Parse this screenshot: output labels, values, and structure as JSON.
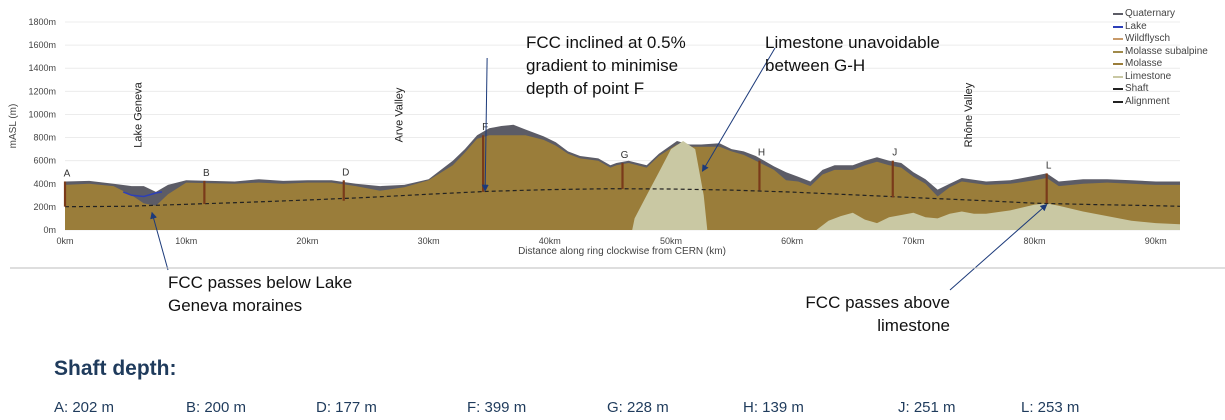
{
  "chart_data": {
    "type": "area",
    "ylabel": "mASL (m)",
    "xlabel": "Distance along ring clockwise from CERN (km)",
    "ylim": [
      0,
      1800
    ],
    "xlim": [
      0,
      92
    ],
    "yticks": [
      {
        "v": 0,
        "label": "0m"
      },
      {
        "v": 200,
        "label": "200m"
      },
      {
        "v": 400,
        "label": "400m"
      },
      {
        "v": 600,
        "label": "600m"
      },
      {
        "v": 800,
        "label": "800m"
      },
      {
        "v": 1000,
        "label": "1000m"
      },
      {
        "v": 1200,
        "label": "1200m"
      },
      {
        "v": 1400,
        "label": "1400m"
      },
      {
        "v": 1600,
        "label": "1600m"
      },
      {
        "v": 1800,
        "label": "1800m"
      }
    ],
    "xticks": [
      {
        "v": 0,
        "label": "0km"
      },
      {
        "v": 10,
        "label": "10km"
      },
      {
        "v": 20,
        "label": "20km"
      },
      {
        "v": 30,
        "label": "30km"
      },
      {
        "v": 40,
        "label": "40km"
      },
      {
        "v": 50,
        "label": "50km"
      },
      {
        "v": 60,
        "label": "60km"
      },
      {
        "v": 70,
        "label": "70km"
      },
      {
        "v": 80,
        "label": "80km"
      },
      {
        "v": 90,
        "label": "90km"
      }
    ],
    "legend": [
      {
        "label": "Quaternary",
        "color": "#5c5c66"
      },
      {
        "label": "Lake",
        "color": "#2c3fb8"
      },
      {
        "label": "Wildflysch",
        "color": "#c89a6a"
      },
      {
        "label": "Molasse subalpine",
        "color": "#a08a4a"
      },
      {
        "label": "Molasse",
        "color": "#9a7d3a"
      },
      {
        "label": "Limestone",
        "color": "#c9c8a3"
      },
      {
        "label": "Shaft",
        "color": "#222222"
      },
      {
        "label": "Alignment",
        "color": "#222222"
      }
    ],
    "legend_position": "top-right",
    "surface": [
      [
        0,
        420
      ],
      [
        2,
        425
      ],
      [
        4,
        400
      ],
      [
        5.5,
        380
      ],
      [
        6.5,
        380
      ],
      [
        7.5,
        330
      ],
      [
        8.5,
        390
      ],
      [
        10,
        430
      ],
      [
        12,
        425
      ],
      [
        14,
        420
      ],
      [
        16,
        440
      ],
      [
        18,
        425
      ],
      [
        20,
        430
      ],
      [
        22,
        430
      ],
      [
        24,
        400
      ],
      [
        26,
        380
      ],
      [
        28,
        390
      ],
      [
        30,
        440
      ],
      [
        32,
        600
      ],
      [
        33,
        700
      ],
      [
        34,
        820
      ],
      [
        35,
        880
      ],
      [
        36,
        900
      ],
      [
        37,
        910
      ],
      [
        38,
        870
      ],
      [
        39.5,
        810
      ],
      [
        40.5,
        760
      ],
      [
        41.5,
        680
      ],
      [
        42.5,
        640
      ],
      [
        44,
        620
      ],
      [
        45,
        560
      ],
      [
        45.5,
        580
      ],
      [
        46.5,
        600
      ],
      [
        48,
        560
      ],
      [
        49,
        660
      ],
      [
        50.5,
        770
      ],
      [
        51.5,
        740
      ],
      [
        52.5,
        740
      ],
      [
        54,
        750
      ],
      [
        55,
        700
      ],
      [
        56,
        680
      ],
      [
        57,
        640
      ],
      [
        58.5,
        550
      ],
      [
        59.5,
        500
      ],
      [
        60.5,
        460
      ],
      [
        61.5,
        420
      ],
      [
        62.5,
        520
      ],
      [
        63.5,
        560
      ],
      [
        65,
        560
      ],
      [
        66,
        600
      ],
      [
        67,
        630
      ],
      [
        68,
        600
      ],
      [
        69,
        580
      ],
      [
        70,
        500
      ],
      [
        71,
        440
      ],
      [
        72,
        350
      ],
      [
        73,
        400
      ],
      [
        74,
        450
      ],
      [
        76,
        420
      ],
      [
        78,
        430
      ],
      [
        80,
        470
      ],
      [
        81,
        490
      ],
      [
        82,
        420
      ],
      [
        84,
        440
      ],
      [
        86,
        440
      ],
      [
        88,
        430
      ],
      [
        90,
        420
      ],
      [
        92,
        420
      ]
    ],
    "molasse_top": [
      [
        0,
        390
      ],
      [
        2,
        400
      ],
      [
        4,
        380
      ],
      [
        5.5,
        300
      ],
      [
        6.5,
        230
      ],
      [
        7.5,
        210
      ],
      [
        8.5,
        310
      ],
      [
        10,
        410
      ],
      [
        12,
        405
      ],
      [
        14,
        400
      ],
      [
        16,
        410
      ],
      [
        18,
        400
      ],
      [
        20,
        410
      ],
      [
        22,
        410
      ],
      [
        24,
        380
      ],
      [
        26,
        340
      ],
      [
        28,
        370
      ],
      [
        30,
        430
      ],
      [
        32,
        560
      ],
      [
        33,
        670
      ],
      [
        34,
        790
      ],
      [
        35,
        820
      ],
      [
        36,
        820
      ],
      [
        37,
        820
      ],
      [
        38,
        820
      ],
      [
        39.5,
        780
      ],
      [
        40.5,
        730
      ],
      [
        41.5,
        660
      ],
      [
        42.5,
        620
      ],
      [
        44,
        600
      ],
      [
        45,
        540
      ],
      [
        45.5,
        560
      ],
      [
        46.5,
        580
      ],
      [
        48,
        540
      ],
      [
        49,
        640
      ],
      [
        50.5,
        740
      ],
      [
        51.5,
        720
      ],
      [
        52.5,
        720
      ],
      [
        54,
        720
      ],
      [
        55,
        680
      ],
      [
        56,
        650
      ],
      [
        57,
        600
      ],
      [
        58.5,
        520
      ],
      [
        59.5,
        430
      ],
      [
        60.5,
        420
      ],
      [
        61.5,
        380
      ],
      [
        62.5,
        480
      ],
      [
        63.5,
        520
      ],
      [
        65,
        520
      ],
      [
        66,
        560
      ],
      [
        67,
        590
      ],
      [
        68,
        560
      ],
      [
        69,
        540
      ],
      [
        70,
        460
      ],
      [
        71,
        400
      ],
      [
        72,
        290
      ],
      [
        73,
        370
      ],
      [
        74,
        420
      ],
      [
        76,
        390
      ],
      [
        78,
        400
      ],
      [
        80,
        430
      ],
      [
        81,
        450
      ],
      [
        82,
        380
      ],
      [
        84,
        400
      ],
      [
        86,
        410
      ],
      [
        88,
        400
      ],
      [
        90,
        390
      ],
      [
        92,
        390
      ]
    ],
    "lake": [
      [
        4.8,
        330
      ],
      [
        5.5,
        300
      ],
      [
        6.5,
        290
      ],
      [
        7.5,
        320
      ],
      [
        8,
        330
      ]
    ],
    "limestone_g_h": [
      [
        46.8,
        0
      ],
      [
        47,
        100
      ],
      [
        48,
        300
      ],
      [
        49,
        500
      ],
      [
        50,
        700
      ],
      [
        51,
        770
      ],
      [
        52,
        700
      ],
      [
        52.7,
        300
      ],
      [
        53,
        0
      ]
    ],
    "limestone_east": [
      [
        62,
        0
      ],
      [
        63,
        80
      ],
      [
        64,
        120
      ],
      [
        65,
        150
      ],
      [
        66,
        90
      ],
      [
        67,
        60
      ],
      [
        68,
        110
      ],
      [
        69,
        130
      ],
      [
        70,
        150
      ],
      [
        71,
        110
      ],
      [
        72,
        100
      ],
      [
        73,
        140
      ],
      [
        74,
        160
      ],
      [
        75,
        140
      ],
      [
        76,
        140
      ],
      [
        78,
        170
      ],
      [
        80,
        220
      ],
      [
        81,
        230
      ],
      [
        82,
        210
      ],
      [
        84,
        160
      ],
      [
        86,
        120
      ],
      [
        88,
        80
      ],
      [
        90,
        60
      ],
      [
        92,
        50
      ],
      [
        92,
        0
      ]
    ],
    "alignment": [
      [
        0,
        202
      ],
      [
        5,
        205
      ],
      [
        10,
        222
      ],
      [
        15,
        240
      ],
      [
        20,
        260
      ],
      [
        25,
        282
      ],
      [
        30,
        310
      ],
      [
        35,
        335
      ],
      [
        40,
        350
      ],
      [
        45,
        357
      ],
      [
        50,
        355
      ],
      [
        55,
        345
      ],
      [
        60,
        328
      ],
      [
        65,
        305
      ],
      [
        70,
        280
      ],
      [
        75,
        258
      ],
      [
        80,
        232
      ],
      [
        85,
        220
      ],
      [
        90,
        210
      ],
      [
        92,
        205
      ]
    ],
    "shafts": [
      {
        "label": "A",
        "x": 0,
        "top": 420,
        "bottom": 202
      },
      {
        "label": "B",
        "x": 11.5,
        "top": 425,
        "bottom": 225
      },
      {
        "label": "D",
        "x": 23,
        "top": 430,
        "bottom": 253
      },
      {
        "label": "F",
        "x": 34.5,
        "top": 820,
        "bottom": 330
      },
      {
        "label": "G",
        "x": 46,
        "top": 580,
        "bottom": 356
      },
      {
        "label": "H",
        "x": 57.3,
        "top": 600,
        "bottom": 343
      },
      {
        "label": "J",
        "x": 68.3,
        "top": 600,
        "bottom": 283
      },
      {
        "label": "L",
        "x": 81,
        "top": 490,
        "bottom": 232
      }
    ],
    "valley_labels": [
      {
        "text": "Lake Geneva",
        "x": 6
      },
      {
        "text": "Arve Valley",
        "x": 27.5
      },
      {
        "text": "Rhône Valley",
        "x": 74.5
      }
    ]
  },
  "annotations": {
    "fcc_inclined": "FCC inclined at 0.5%\ngradient to minimise\ndepth of point F",
    "limestone_unavoidable": "Limestone unavoidable\nbetween G-H",
    "below_lake": "FCC passes below Lake\nGeneva moraines",
    "above_limestone": "FCC passes above\nlimestone"
  },
  "shaft_depth": {
    "title": "Shaft depth:",
    "items": [
      "A: 202 m",
      "B: 200 m",
      "D: 177 m",
      "F: 399 m",
      "G: 228 m",
      "H: 139 m",
      "J: 251 m",
      "L: 253 m"
    ]
  }
}
